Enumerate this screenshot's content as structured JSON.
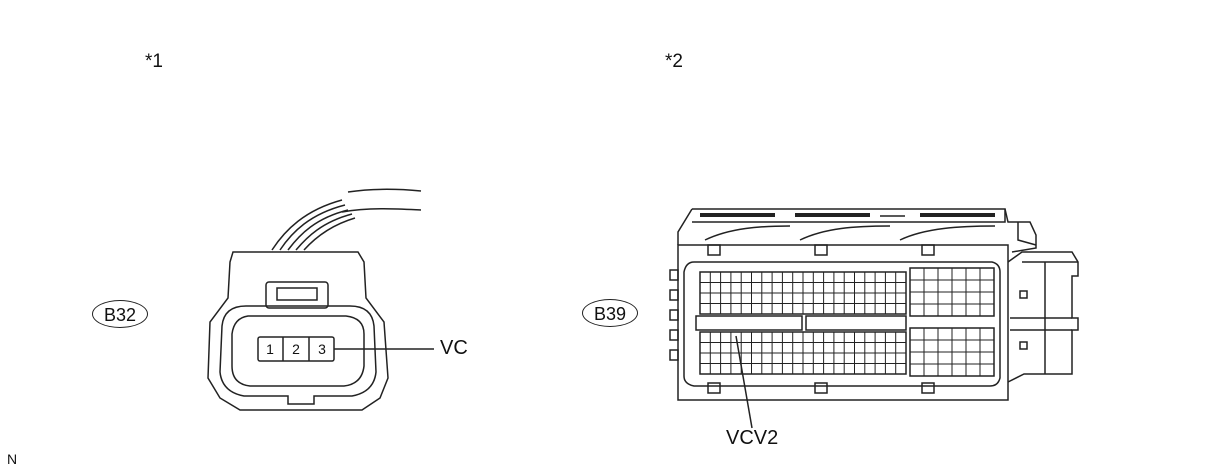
{
  "figures": [
    {
      "marker": "*1",
      "connector_code": "B32",
      "pins": [
        "1",
        "2",
        "3"
      ],
      "pin_label": "VC"
    },
    {
      "marker": "*2",
      "connector_code": "B39",
      "pin_label": "VCV2"
    }
  ],
  "corner_text": "N"
}
